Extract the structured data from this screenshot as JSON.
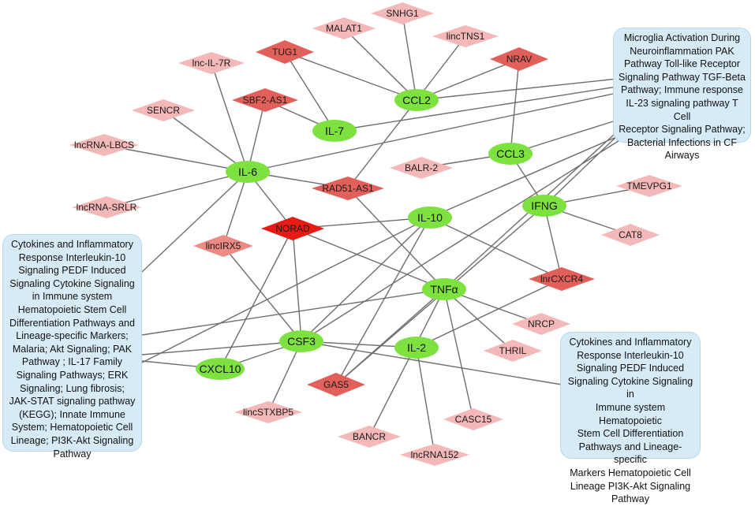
{
  "genes": {
    "ccl2": "CCL2",
    "il7": "IL-7",
    "il6": "IL-6",
    "ccl3": "CCL3",
    "il10": "IL-10",
    "ifng": "IFNG",
    "tnfa": "TNFα",
    "csf3": "CSF3",
    "il2": "IL-2",
    "cxcl10": "CXCL10"
  },
  "lncrnas": {
    "snhg1": "SNHG1",
    "malat1": "MALAT1",
    "linctns1": "lincTNS1",
    "tug1": "TUG1",
    "nrav": "NRAV",
    "lncil7r": "lnc-IL-7R",
    "sbf2as1": "SBF2-AS1",
    "sencr": "SENCR",
    "lncrnalbcs": "lncRNA-LBCS",
    "balr2": "BALR-2",
    "rad51as1": "RAD51-AS1",
    "tmevpg1": "TMEVPG1",
    "lncrnasrlr": "lncRNA-SRLR",
    "norad": "NORAD",
    "cat8": "CAT8",
    "lincirx5": "lincIRX5",
    "lnrcxcr4": "lnrCXCR4",
    "nrcp": "NRCP",
    "thril": "THRIL",
    "gas5": "GAS5",
    "lincstxbp5": "lincSTXBP5",
    "casc15": "CASC15",
    "bancr": "BANCR",
    "lncrna152": "lncRNA152"
  },
  "pathways": {
    "top_right": "Microglia Activation During\nNeuroinflammation PAK\nPathway Toll-like Receptor\nSignaling Pathway TGF-Beta\nPathway; Immune response\nIL-23 signaling pathway T Cell\nReceptor Signaling Pathway;\nBacterial Infections in CF\nAirways",
    "left": "Cytokines and Inflammatory\nResponse  Interleukin-10\nSignaling  PEDF Induced\nSignaling  Cytokine Signaling\nin Immune system\nHematopoietic Stem Cell\nDifferentiation Pathways and\nLineage-specific Markers;\nMalaria; Akt Signaling; PAK\nPathway ; IL-17 Family\nSignaling Pathways; ERK\nSignaling; Lung fibrosis;\nJAK-STAT signaling pathway\n(KEGG); Innate Immune\nSystem; Hematopoietic Cell\nLineage; PI3K-Akt Signaling\nPathway",
    "bottom_right": "Cytokines and Inflammatory\nResponse Interleukin-10\nSignaling  PEDF Induced\nSignaling Cytokine Signaling in\nImmune system Hematopoietic\nStem Cell Differentiation\nPathways and Lineage-specific\nMarkers Hematopoietic Cell\nLineage PI3K-Akt Signaling\nPathway"
  },
  "colors": {
    "gene_fill": "#7de23f",
    "lnc_light": "#f4b8b8",
    "lnc_mid": "#ec8a84",
    "lnc_dark": "#e2605a",
    "lnc_deep": "#e51b14",
    "edge": "#6e6e6e",
    "pathway_fill": "#d7ebf7"
  },
  "edges": [
    [
      "snhg1",
      "ccl2"
    ],
    [
      "malat1",
      "ccl2"
    ],
    [
      "linctns1",
      "ccl2"
    ],
    [
      "tug1",
      "ccl2"
    ],
    [
      "nrav",
      "ccl2"
    ],
    [
      "tug1",
      "il7"
    ],
    [
      "sbf2as1",
      "il7"
    ],
    [
      "nrav",
      "ccl3"
    ],
    [
      "balr2",
      "ccl3"
    ],
    [
      "ccl2",
      "rad51as1"
    ],
    [
      "lncil7r",
      "il6"
    ],
    [
      "sbf2as1",
      "il6"
    ],
    [
      "sencr",
      "il6"
    ],
    [
      "lncrnalbcs",
      "il6"
    ],
    [
      "lncrnasrlr",
      "il6"
    ],
    [
      "il6",
      "rad51as1"
    ],
    [
      "il6",
      "norad"
    ],
    [
      "il6",
      "lincirx5"
    ],
    [
      "rad51as1",
      "tnfa"
    ],
    [
      "norad",
      "il10"
    ],
    [
      "norad",
      "tnfa"
    ],
    [
      "norad",
      "cxcl10"
    ],
    [
      "norad",
      "csf3"
    ],
    [
      "lincirx5",
      "csf3"
    ],
    [
      "il10",
      "lnrcxcr4"
    ],
    [
      "il10",
      "csf3"
    ],
    [
      "tnfa",
      "nrcp"
    ],
    [
      "tnfa",
      "thril"
    ],
    [
      "tnfa",
      "casc15"
    ],
    [
      "tnfa",
      "bancr"
    ],
    [
      "ccl3",
      "ifng"
    ],
    [
      "ifng",
      "tmevpg1"
    ],
    [
      "ifng",
      "cat8"
    ],
    [
      "ifng",
      "lnrcxcr4"
    ],
    [
      "ifng",
      "gas5"
    ],
    [
      "lnrcxcr4",
      "il2"
    ],
    [
      "il2",
      "lncrna152"
    ],
    [
      "csf3",
      "cxcl10"
    ],
    [
      "csf3",
      "lincstxbp5"
    ],
    [
      "gas5",
      "il10"
    ],
    [
      "gas5",
      "tnfa"
    ],
    [
      "il2",
      "csf3"
    ],
    [
      "pw:tr",
      "ccl2"
    ],
    [
      "pw:tr",
      "il7"
    ],
    [
      "pw:tr",
      "il6"
    ],
    [
      "pw:tr",
      "ccl3"
    ],
    [
      "pw:tr",
      "ifng"
    ],
    [
      "pw:tr",
      "il10"
    ],
    [
      "pw:tr",
      "tnfa"
    ],
    [
      "pw:tr",
      "csf3"
    ],
    [
      "pw:left",
      "il6"
    ],
    [
      "pw:left",
      "tnfa"
    ],
    [
      "pw:left",
      "csf3"
    ],
    [
      "pw:left",
      "cxcl10"
    ],
    [
      "pw:left",
      "il10"
    ],
    [
      "pw:br",
      "csf3"
    ]
  ]
}
